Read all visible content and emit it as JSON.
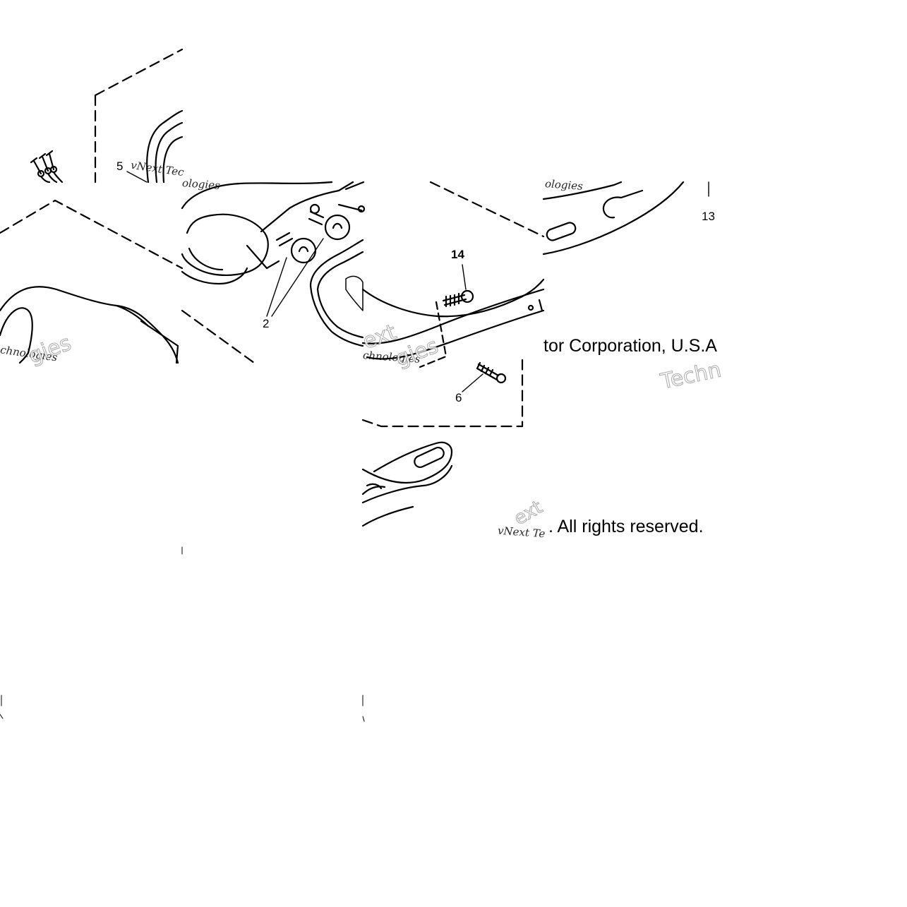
{
  "diagram": {
    "callouts": {
      "c2": "2",
      "c5": "5",
      "c6": "6",
      "c13": "13",
      "c14": "14"
    },
    "copyright": {
      "corporation": "tor Corporation, U.S.A",
      "rights": ". All rights reserved."
    },
    "watermark": {
      "brand_a": "vNext Te",
      "brand_b": "vNext Tec",
      "brand_c": "chnologies",
      "brand_d": "Technologies",
      "brand_e": "ologies",
      "outline_a": "Techn",
      "outline_b": "ext",
      "outline_c": "gies"
    }
  }
}
